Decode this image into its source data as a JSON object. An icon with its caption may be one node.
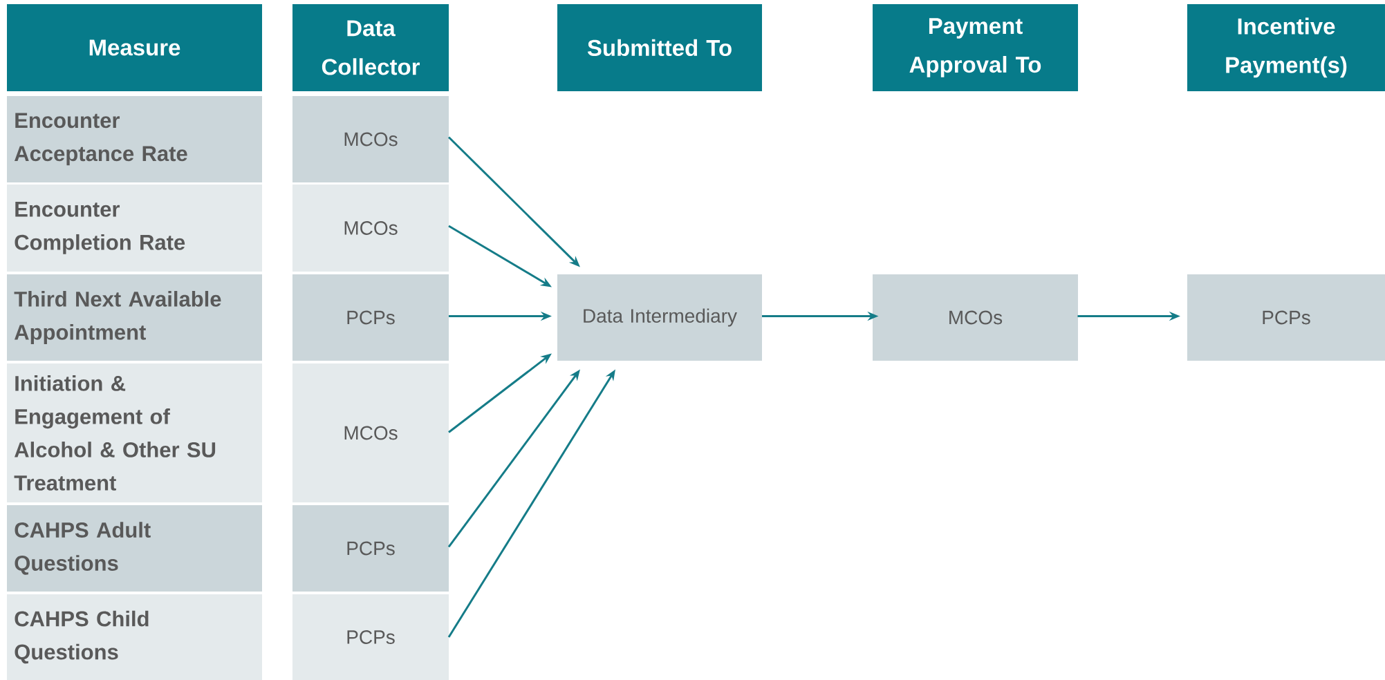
{
  "diagram": {
    "nodes": [
      {
        "text": [
          "Measure"
        ]
      },
      {
        "text": [
          "Data Collector"
        ]
      },
      {
        "text": [
          "Submitted To"
        ]
      },
      {
        "text": [
          "Payment Approval To"
        ]
      },
      {
        "text": [
          "Incentive Payment(s)"
        ]
      },
      {
        "text": [
          "Encounter Acceptance Rate"
        ]
      },
      {
        "text": [
          "MCOs"
        ]
      },
      {
        "text": [
          "Encounter Completion Rate"
        ]
      },
      {
        "text": [
          "MCOs"
        ]
      },
      {
        "text": [
          "Third Next Available Appointment"
        ]
      },
      {
        "text": [
          "PCPs"
        ]
      },
      {
        "text": [
          "Initiation & Engagement of Alcohol & Other SU Treatment"
        ]
      },
      {
        "text": [
          "MCOs"
        ]
      },
      {
        "text": [
          "CAHPS Adult Questions"
        ]
      },
      {
        "text": [
          "PCPs"
        ]
      },
      {
        "text": [
          "CAHPS Child Questions"
        ]
      },
      {
        "text": [
          "PCPs"
        ]
      },
      {
        "text": [
          "Data Intermediary"
        ]
      },
      {
        "text": [
          "MCOs"
        ]
      },
      {
        "text": [
          "PCPs"
        ]
      }
    ],
    "edges": [
      {
        "from": 6,
        "to": 17,
        "arrow": "to"
      },
      {
        "from": 8,
        "to": 17,
        "arrow": "to"
      },
      {
        "from": 10,
        "to": 17,
        "arrow": "to"
      },
      {
        "from": 12,
        "to": 17,
        "arrow": "to"
      },
      {
        "from": 14,
        "to": 17,
        "arrow": "to"
      },
      {
        "from": 16,
        "to": 17,
        "arrow": "to"
      },
      {
        "from": 17,
        "to": 18,
        "arrow": "to"
      },
      {
        "from": 18,
        "to": 19,
        "arrow": "to"
      }
    ]
  }
}
